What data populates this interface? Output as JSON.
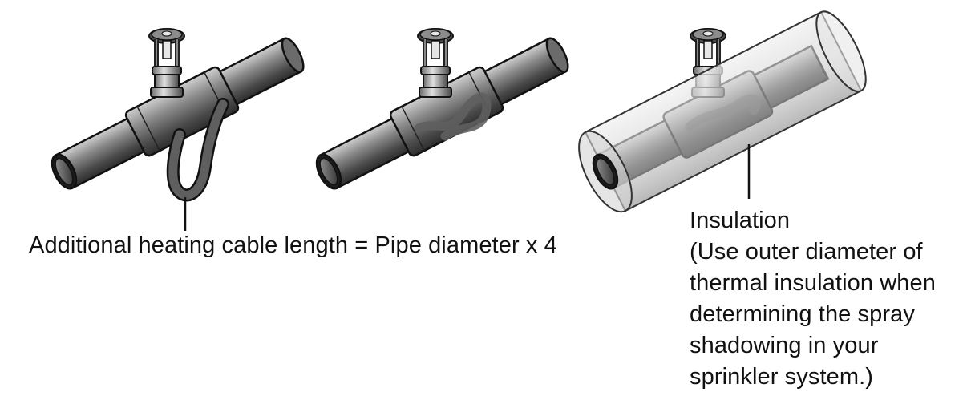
{
  "figure": {
    "panels": [
      {
        "id": "pipe-with-cable-loop"
      },
      {
        "id": "pipe-with-wrapped-cable"
      },
      {
        "id": "pipe-with-insulation"
      }
    ]
  },
  "labels": {
    "cable_length": "Additional heating cable length = Pipe diameter x 4",
    "insulation": {
      "title": "Insulation",
      "note_lines": [
        "(Use outer diameter of",
        "thermal insulation when",
        "determining the spray",
        "shadowing in your",
        "sprinkler system.)"
      ]
    }
  },
  "colors": {
    "pipe_dark": "#3a3a3a",
    "pipe_mid": "#7b7b7b",
    "pipe_light": "#bdbdbd",
    "cable": "#5a5a5a",
    "insulation": "#d9d9d9",
    "outline": "#111111"
  }
}
